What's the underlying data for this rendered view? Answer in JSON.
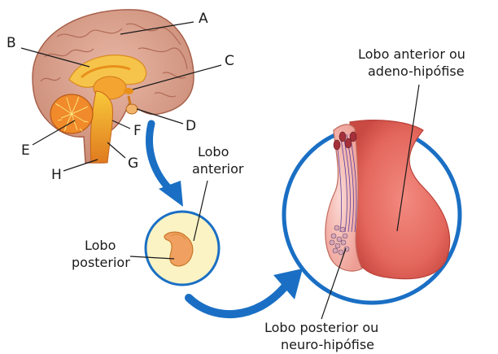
{
  "labels": {
    "a": "A",
    "b": "B",
    "c": "C",
    "d": "D",
    "e": "E",
    "f": "F",
    "g": "G",
    "h": "H"
  },
  "small_gland": {
    "anterior_line1": "Lobo",
    "anterior_line2": "anterior",
    "posterior_line1": "Lobo",
    "posterior_line2": "posterior"
  },
  "large_gland": {
    "anterior_line1": "Lobo anterior ou",
    "anterior_line2": "adeno-hipófise",
    "posterior_line1": "Lobo posterior ou",
    "posterior_line2": "neuro-hipófise"
  },
  "colors": {
    "arrow": "#1a6fc4",
    "circle_border": "#1a6fc4",
    "small_circle_fill": "#fbf3c4",
    "brain_cortex": "#d9a38f",
    "brain_inner": "#f6c44a",
    "gland_anterior": "#e4675c",
    "gland_posterior": "#f2b8b0"
  }
}
